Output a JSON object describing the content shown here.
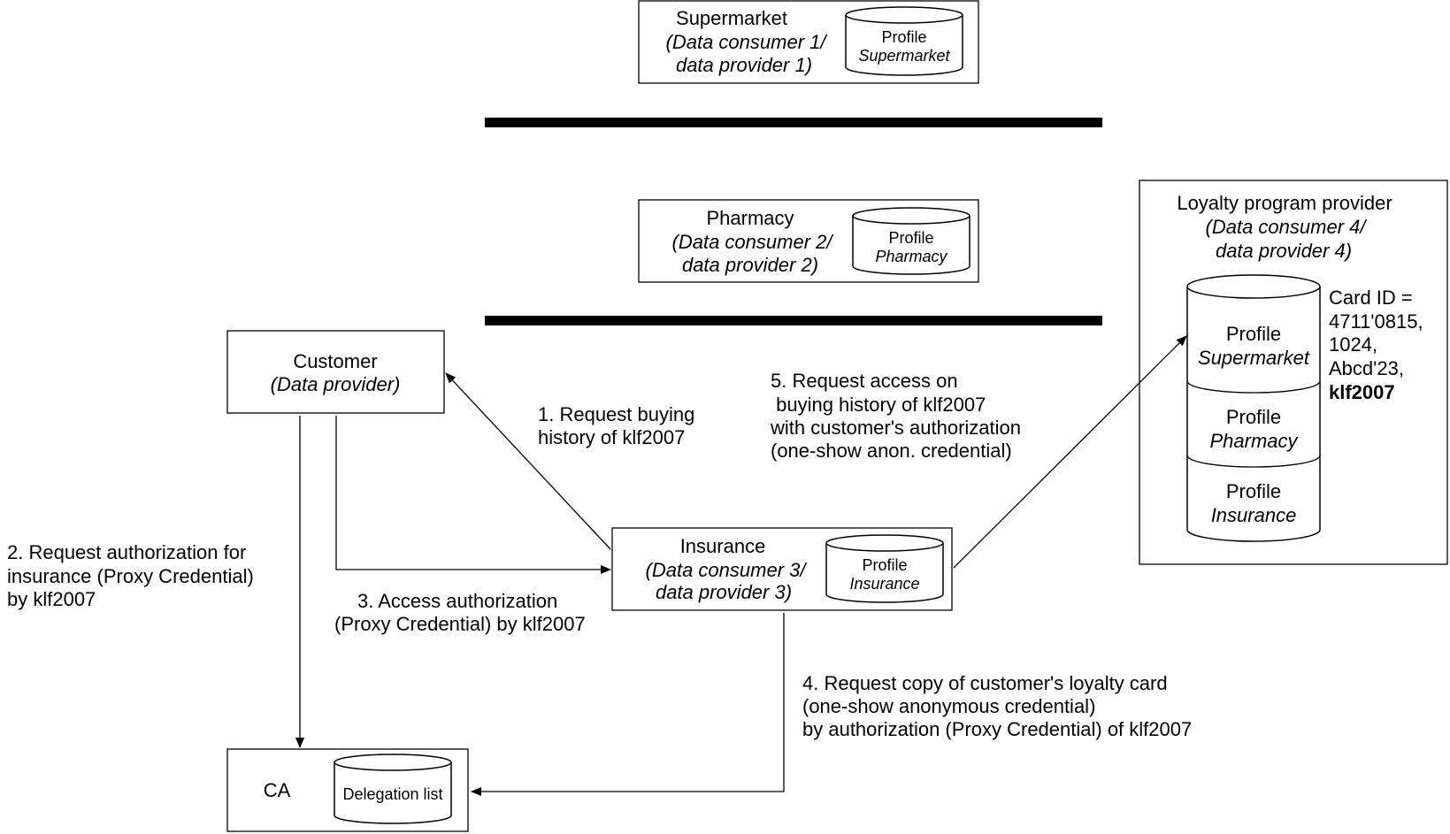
{
  "supermarket": {
    "title": "Supermarket",
    "role_line1": "(Data consumer 1/",
    "role_line2": "data provider 1)",
    "db_line1": "Profile",
    "db_line2": "Supermarket"
  },
  "pharmacy": {
    "title": "Pharmacy",
    "role_line1": "(Data consumer 2/",
    "role_line2": "data provider 2)",
    "db_line1": "Profile",
    "db_line2": "Pharmacy"
  },
  "customer": {
    "title": "Customer",
    "role": "(Data provider)"
  },
  "insurance": {
    "title": "Insurance",
    "role_line1": "(Data consumer 3/",
    "role_line2": "data provider 3)",
    "db_line1": "Profile",
    "db_line2": "Insurance"
  },
  "loyalty": {
    "title": "Loyalty program provider",
    "role_line1": "(Data consumer 4/",
    "role_line2": "data provider 4)",
    "db": [
      {
        "line1": "Profile",
        "line2": "Supermarket"
      },
      {
        "line1": "Profile",
        "line2": "Pharmacy"
      },
      {
        "line1": "Profile",
        "line2": "Insurance"
      }
    ],
    "card": {
      "line1": "Card ID =",
      "line2": "4711'0815,",
      "line3": "1024,",
      "line4": "Abcd'23,",
      "line5": "klf2007"
    }
  },
  "ca": {
    "title": "CA",
    "db_label": "Delegation list"
  },
  "steps": {
    "s1": {
      "line1": "1. Request buying",
      "line2": "history of klf2007"
    },
    "s2": {
      "line1": "2. Request authorization for",
      "line2": "insurance (Proxy Credential)",
      "line3": "by klf2007"
    },
    "s3": {
      "line1": "3. Access authorization",
      "line2": "(Proxy Credential) by klf2007"
    },
    "s4": {
      "line1": "4. Request copy of customer's loyalty card",
      "line2": "(one-show anonymous credential)",
      "line3": "by authorization (Proxy Credential) of klf2007"
    },
    "s5": {
      "line1": "5. Request access on",
      "line2": " buying history of klf2007",
      "line3": "with customer's authorization",
      "line4": "(one-show anon. credential)"
    }
  }
}
